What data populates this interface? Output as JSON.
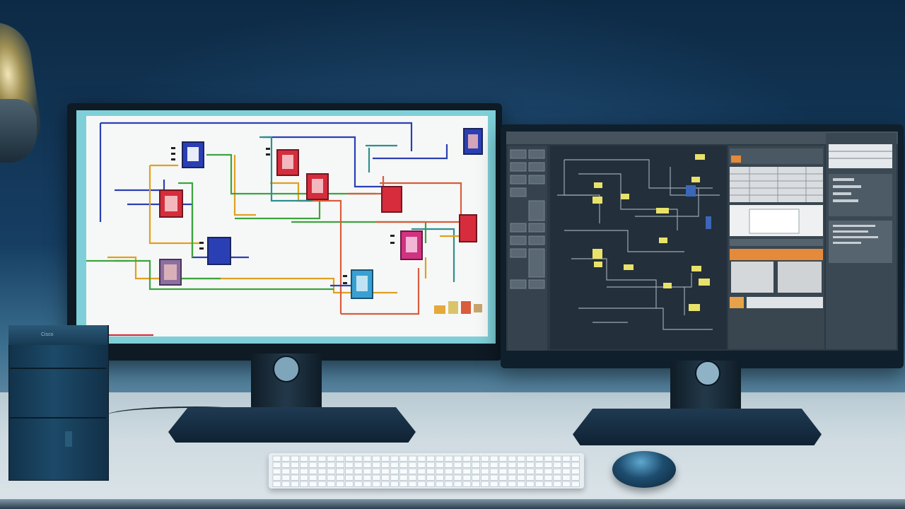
{
  "scene": {
    "colors": {
      "wall": "#0d2a45",
      "desk": "#cfdbe1",
      "accent_cyan": "#7ecfd8",
      "screen_dark": "#2c3945"
    }
  },
  "left_monitor": {
    "content": "circuit-schematic-diagram",
    "block_colors": [
      "#2b3fb5",
      "#d62c3c",
      "#d0337f",
      "#3aa0d2",
      "#8c6fa0"
    ],
    "wire_colors": [
      "#2b3fb5",
      "#3ea33e",
      "#d95c3c",
      "#e0a020",
      "#2d8f8f"
    ]
  },
  "right_monitor": {
    "content": "dark-theme-schematic-editor",
    "highlight_color": "#e8e26a"
  },
  "tower_label": "Cisco"
}
